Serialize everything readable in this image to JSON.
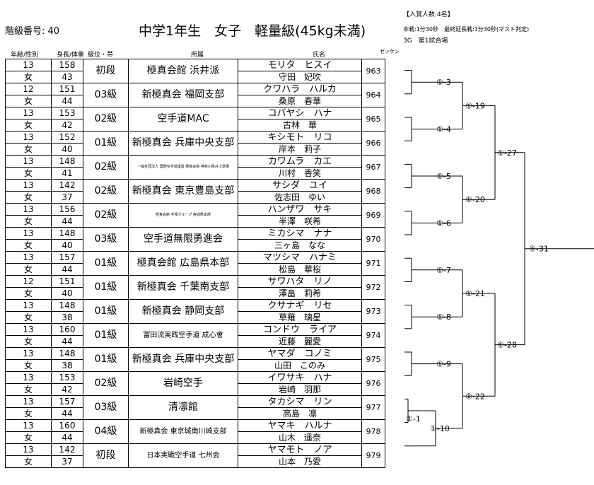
{
  "header": {
    "class_label": "階級番号: 40",
    "title": "中学1年生　女子　軽量級(45kg未満)",
    "prize": "【入賞人数:4名】",
    "rules": "本戦:1分30秒　最終延長戦:1分30秒(マスト判定)",
    "venue": "3G　第1試合場"
  },
  "columns": {
    "age_sex": "年齢/性別",
    "height_weight": "身長/体重",
    "grade": "級位・帯",
    "org": "所属",
    "name": "氏名",
    "number": "ゼッケン"
  },
  "competitors": [
    {
      "age": "13",
      "sex": "女",
      "height": "158",
      "weight": "43",
      "grade": "初段",
      "org": "極真会館 浜井派",
      "kana": "モリタ　ヒスイ",
      "name": "守田　妃吹",
      "num": "963"
    },
    {
      "age": "12",
      "sex": "女",
      "height": "151",
      "weight": "44",
      "grade": "03級",
      "org": "新極真会 福岡支部",
      "kana": "クワハラ　ハルカ",
      "name": "桑原　春華",
      "num": "964"
    },
    {
      "age": "13",
      "sex": "女",
      "height": "153",
      "weight": "42",
      "grade": "02級",
      "org": "空手道MAC",
      "kana": "コバヤシ　ハナ",
      "name": "古林　華",
      "num": "965"
    },
    {
      "age": "13",
      "sex": "女",
      "height": "152",
      "weight": "40",
      "grade": "01級",
      "org": "新極真会 兵庫中央支部",
      "kana": "キシモト　リコ",
      "name": "岸本　莉子",
      "num": "966"
    },
    {
      "age": "13",
      "sex": "女",
      "height": "148",
      "weight": "41",
      "grade": "02級",
      "org": "一般社団法人 国際空手道連盟 極真会館 神奈川県井上道場",
      "kana": "カワムラ　カエ",
      "name": "川村　香笑",
      "num": "967"
    },
    {
      "age": "13",
      "sex": "女",
      "height": "142",
      "weight": "37",
      "grade": "02級",
      "org": "新極真会 東京豊島支部",
      "kana": "サシダ　ユイ",
      "name": "佐志田　ゆい",
      "num": "968"
    },
    {
      "age": "13",
      "sex": "女",
      "height": "156",
      "weight": "44",
      "grade": "02級",
      "org": "極真会館 手塚グループ 宮城県本部",
      "kana": "ハンザワ　サキ",
      "name": "半澤　咲希",
      "num": "969"
    },
    {
      "age": "13",
      "sex": "女",
      "height": "148",
      "weight": "40",
      "grade": "03級",
      "org": "空手道無限勇進会",
      "kana": "ミカシマ　ナナ",
      "name": "三ヶ島　なな",
      "num": "970"
    },
    {
      "age": "13",
      "sex": "女",
      "height": "157",
      "weight": "44",
      "grade": "01級",
      "org": "極真会館 広島県本部",
      "kana": "マツシマ　ハナミ",
      "name": "松島　華桜",
      "num": "971"
    },
    {
      "age": "12",
      "sex": "女",
      "height": "151",
      "weight": "40",
      "grade": "01級",
      "org": "新極真会 千葉南支部",
      "kana": "サワハタ　リノ",
      "name": "澤畠　莉希",
      "num": "972"
    },
    {
      "age": "13",
      "sex": "女",
      "height": "148",
      "weight": "38",
      "grade": "01級",
      "org": "新極真会 静岡支部",
      "kana": "クサナギ　リセ",
      "name": "草薙　璃星",
      "num": "973"
    },
    {
      "age": "13",
      "sex": "女",
      "height": "160",
      "weight": "44",
      "grade": "01級",
      "org": "冨田流実践空手道 成心會",
      "kana": "コンドウ　ライア",
      "name": "近藤　麗愛",
      "num": "974"
    },
    {
      "age": "13",
      "sex": "女",
      "height": "148",
      "weight": "38",
      "grade": "01級",
      "org": "新極真会 兵庫中央支部",
      "kana": "ヤマダ　コノミ",
      "name": "山田　このみ",
      "num": "975"
    },
    {
      "age": "13",
      "sex": "女",
      "height": "153",
      "weight": "42",
      "grade": "02級",
      "org": "岩崎空手",
      "kana": "イワサキ　ハナ",
      "name": "岩崎　羽那",
      "num": "976"
    },
    {
      "age": "13",
      "sex": "女",
      "height": "157",
      "weight": "44",
      "grade": "03級",
      "org": "清凛館",
      "kana": "タカシマ　リン",
      "name": "高島　凛",
      "num": "977"
    },
    {
      "age": "13",
      "sex": "女",
      "height": "160",
      "weight": "44",
      "grade": "04級",
      "org": "新極真会 東京城南川崎支部",
      "kana": "ヤマキ　ハルナ",
      "name": "山木　遥奈",
      "num": "978"
    },
    {
      "age": "13",
      "sex": "女",
      "height": "142",
      "weight": "37",
      "grade": "初段",
      "org": "日本実戦空手道 七州会",
      "kana": "ヤマモト　ノア",
      "name": "山本　乃愛",
      "num": "979"
    }
  ],
  "bracket": {
    "r1": [
      "①-1"
    ],
    "r2": [
      "①-3",
      "①-4",
      "①-5",
      "①-6",
      "①-7",
      "①-8",
      "①-9",
      "①-10"
    ],
    "r3": [
      "①-19",
      "①-20",
      "①-21",
      "①-22"
    ],
    "r4": [
      "①-27",
      "①-28"
    ],
    "final": [
      "①-31"
    ]
  }
}
